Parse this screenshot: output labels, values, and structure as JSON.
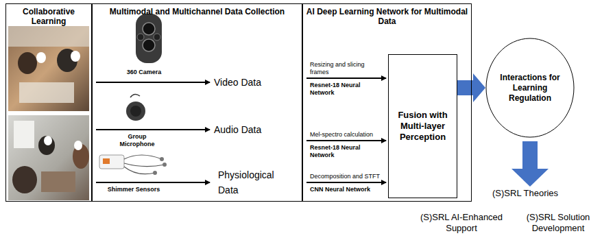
{
  "diagram": {
    "nodes": [
      {
        "text": [
          "Collaborative Learning"
        ]
      },
      {
        "text": [
          "Multimodal and Multichannel Data Collection"
        ]
      },
      {
        "text": [
          "AI Deep Learning Network for Multimodal Data"
        ]
      },
      {
        "text": [
          "Fusion with Multi-layer Perception"
        ],
        "in": 2
      },
      {
        "text": [
          "Interactions for Learning Regulation"
        ]
      }
    ],
    "edges": [
      {
        "from": 3,
        "to": 4,
        "arrow": "to"
      }
    ],
    "labels": [
      "360 Camera",
      "Video Data",
      "Group Microphone",
      "Audio Data",
      "Shimmer Sensors",
      "Physiological Data",
      "Resizing and slicing frames",
      "Resnet-18 Neural Network",
      "Mel-spectro calculation",
      "Resnet-18 Neural Network",
      "Decomposition and STFT",
      "CNN Neural Network",
      "(S)SRL Theories",
      "(S)SRL AI-Enhanced Support",
      "(S)SRL Solution Development"
    ]
  }
}
